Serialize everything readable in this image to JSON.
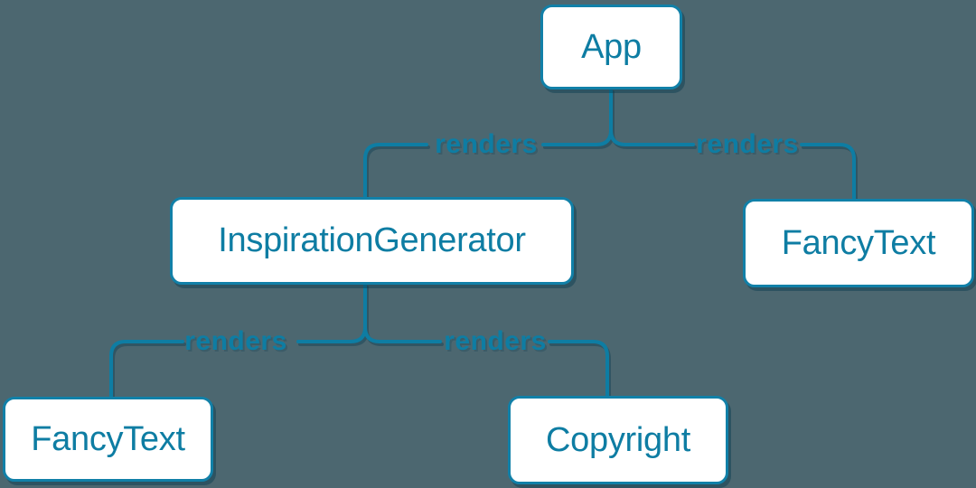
{
  "theme": {
    "background": "#4C6770",
    "accent": "#0E7DA3",
    "node_fill": "#FFFFFF",
    "node_border": "#1180A8"
  },
  "diagram": {
    "type": "component-render-tree",
    "nodes": [
      {
        "id": "app",
        "label": "App"
      },
      {
        "id": "inspiration-generator",
        "label": "InspirationGenerator"
      },
      {
        "id": "fancy-text-top",
        "label": "FancyText"
      },
      {
        "id": "fancy-text-bottom",
        "label": "FancyText"
      },
      {
        "id": "copyright",
        "label": "Copyright"
      }
    ],
    "edges": [
      {
        "from": "App",
        "to": "InspirationGenerator",
        "label": "renders"
      },
      {
        "from": "App",
        "to": "FancyText",
        "label": "renders"
      },
      {
        "from": "InspirationGenerator",
        "to": "FancyText",
        "label": "renders"
      },
      {
        "from": "InspirationGenerator",
        "to": "Copyright",
        "label": "renders"
      }
    ]
  }
}
